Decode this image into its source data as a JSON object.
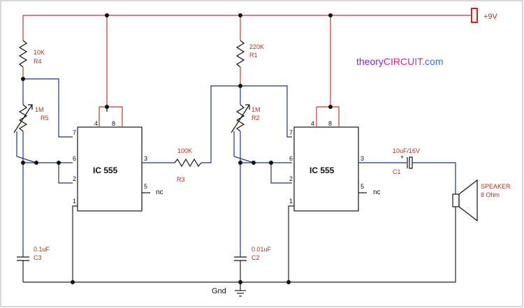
{
  "supply": {
    "label": "+9V"
  },
  "ground": {
    "label": "Gnd"
  },
  "watermark": {
    "part1": "theory",
    "part2": "CIRCUIT",
    "part3": ".com"
  },
  "resistors": {
    "r4": {
      "value": "10K",
      "ref": "R4"
    },
    "r5": {
      "value": "1M",
      "ref": "R5"
    },
    "r1": {
      "value": "220K",
      "ref": "R1"
    },
    "r2": {
      "value": "1M",
      "ref": "R2"
    },
    "r3": {
      "value": "100K",
      "ref": "R3"
    }
  },
  "capacitors": {
    "c3": {
      "value": "0.1uF",
      "ref": "C3"
    },
    "c2": {
      "value": "0.01uF",
      "ref": "C2"
    },
    "c1": {
      "value": "10uF/16V",
      "ref": "C1",
      "polarity": "+"
    }
  },
  "ic1": {
    "name": "IC 555",
    "pins": {
      "p4": "4",
      "p8": "8",
      "p7": "7",
      "p6": "6",
      "p2": "2",
      "p1": "1",
      "p3": "3",
      "p5": "5"
    },
    "nc": "nc"
  },
  "ic2": {
    "name": "IC 555",
    "pins": {
      "p4": "4",
      "p8": "8",
      "p7": "7",
      "p6": "6",
      "p2": "2",
      "p1": "1",
      "p3": "3",
      "p5": "5"
    },
    "nc": "nc"
  },
  "speaker": {
    "name": "SPEAKER",
    "impedance": "8 Ohm"
  },
  "colors": {
    "rail": "#c0392b",
    "wire": "#1f2f8f",
    "label": "#b03020"
  }
}
